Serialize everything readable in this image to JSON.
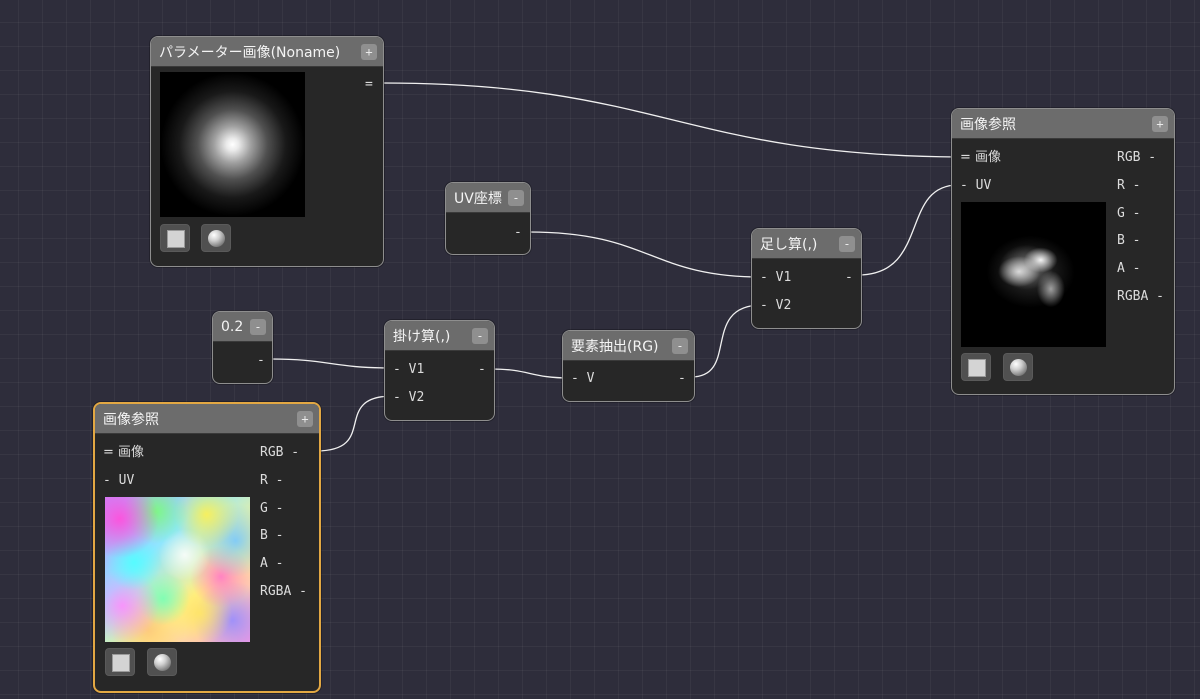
{
  "nodes": {
    "param_image": {
      "title": "パラメーター画像(Noname)",
      "button": "+",
      "out_port": "="
    },
    "image_ref_top": {
      "title": "画像参照",
      "button": "+",
      "in_image": "= 画像",
      "in_uv": "- UV",
      "outputs": [
        "RGB -",
        "R -",
        "G -",
        "B -",
        "A -",
        "RGBA -"
      ]
    },
    "uv_coord": {
      "title": "UV座標",
      "button": "-",
      "out_port": "-"
    },
    "add": {
      "title": "足し算(,)",
      "button": "-",
      "in_v1": "- V1",
      "in_v2": "- V2",
      "out_port": "-"
    },
    "const": {
      "title": "0.2",
      "button": "-",
      "out_port": "-"
    },
    "multiply": {
      "title": "掛け算(,)",
      "button": "-",
      "in_v1": "- V1",
      "in_v2": "- V2",
      "out_port": "-"
    },
    "extract": {
      "title": "要素抽出(RG)",
      "button": "-",
      "in_v": "- V",
      "out_port": "-"
    },
    "image_ref_bottom": {
      "title": "画像参照",
      "button": "+",
      "in_image": "= 画像",
      "in_uv": "- UV",
      "outputs": [
        "RGB -",
        "R -",
        "G -",
        "B -",
        "A -",
        "RGBA -"
      ]
    }
  },
  "colors": {
    "background": "#2e2d3b",
    "node_body": "#272727",
    "node_header": "#6c6c6c",
    "selected_border": "#e3a843",
    "wire": "#f0f0f0"
  }
}
